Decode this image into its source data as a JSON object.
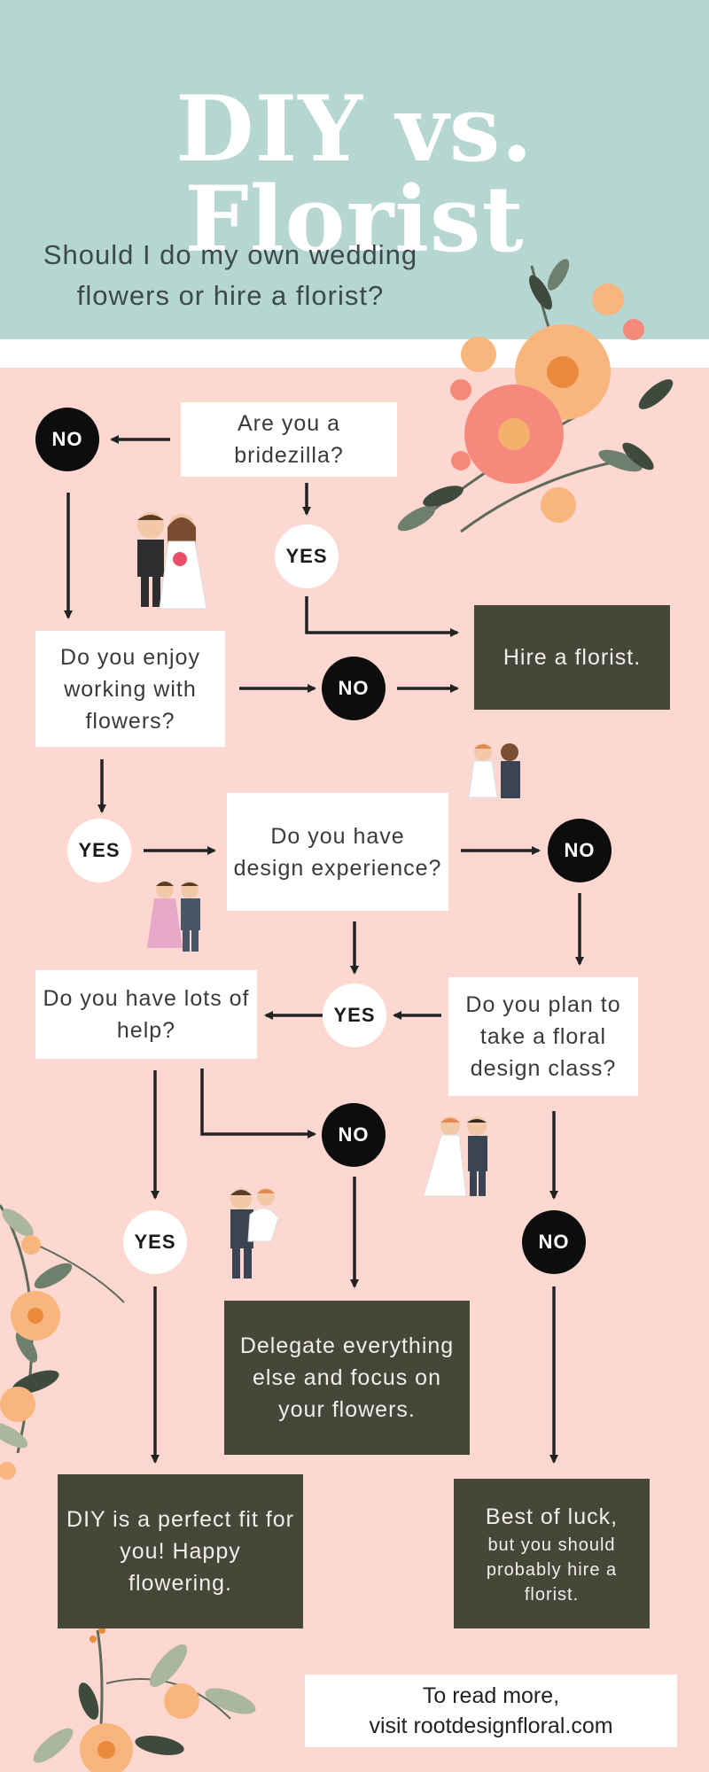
{
  "header": {
    "title": "DIY vs. Florist",
    "subtitle": "Should I do my own wedding flowers or hire a florist?"
  },
  "nodes": {
    "q_bridezilla": "Are you a bridezilla?",
    "q_enjoy": "Do you enjoy working with flowers?",
    "q_design": "Do you have design experience?",
    "q_help": "Do you have lots of help?",
    "q_class": "Do you plan to take a floral design class?",
    "r_hire": "Hire a florist.",
    "r_delegate": "Delegate everything else and focus on your flowers.",
    "r_diy": "DIY is a perfect fit for you! Happy flowering.",
    "r_luck_title": "Best of luck,",
    "r_luck_body": "but you should probably hire a florist."
  },
  "answers": {
    "yes": "YES",
    "no": "NO"
  },
  "footer": {
    "line1": "To read more,",
    "line2": "visit rootdesignfloral.com"
  },
  "colors": {
    "header_bg": "#b5d6d1",
    "page_bg": "#fdd8d0",
    "result_bg": "#454839",
    "no_circle": "#0d0d0d",
    "arrow": "#222222"
  }
}
